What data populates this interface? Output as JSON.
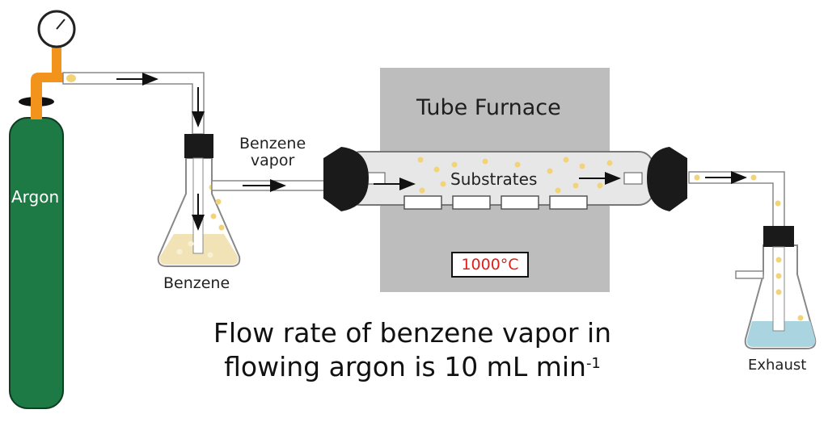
{
  "labels": {
    "argon": "Argon",
    "benzene_vapor_line1": "Benzene",
    "benzene_vapor_line2": "vapor",
    "benzene": "Benzene",
    "tube_furnace": "Tube Furnace",
    "substrates": "Substrates",
    "temperature": "1000°C",
    "exhaust": "Exhaust"
  },
  "caption": {
    "line1": "Flow rate of benzene vapor in",
    "line2": "flowing argon is 10 mL min",
    "line2_superscript": "-1"
  },
  "colors": {
    "cylinder": "#1e7a45",
    "regulator": "#f2941c",
    "furnace": "#bdbdbd",
    "stopper": "#1a1a1a",
    "bubble": "#f2d37a",
    "exhaust_liquid": "#a9d4e0",
    "benzene_liquid": "#f1e3b6",
    "temperature_text": "#e0201a"
  }
}
